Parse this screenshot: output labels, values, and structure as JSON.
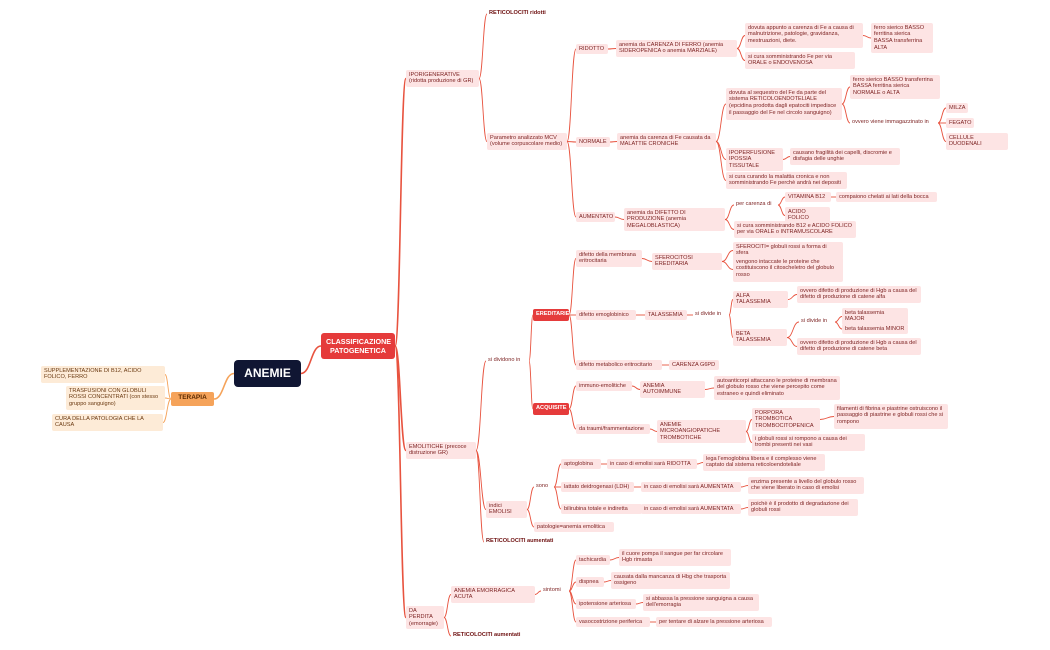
{
  "root": "ANEMIE",
  "nodes": [
    {
      "id": "center",
      "label": "CLASSIFICAZIONE PATOGENETICA",
      "style": "red-big"
    },
    {
      "id": "terapia",
      "label": "TERAPIA",
      "style": "orange"
    },
    {
      "id": "ter1",
      "label": "SUPPLEMENTAZIONE DI B12, ACIDO FOLICO, FERRO",
      "style": "peach"
    },
    {
      "id": "ter2",
      "label": "TRASFUSIONI CON GLOBULI ROSSI CONCENTRATI (con stesso gruppo sanguigno)",
      "style": "peach"
    },
    {
      "id": "ter3",
      "label": "CURA DELLA PATOLOGIA CHE LA CAUSA",
      "style": "peach"
    },
    {
      "id": "ipo",
      "label": "IPORIGENERATIVE (ridotta produzione di GR)",
      "style": "soft"
    },
    {
      "id": "retrid",
      "label": "RETICOLOCITI ridotti",
      "style": "bold"
    },
    {
      "id": "mcv",
      "label": "Parametro analizzato MCV (volume corpuscolare medio)",
      "style": "soft"
    },
    {
      "id": "ridotto",
      "label": "RIDOTTO",
      "style": "soft"
    },
    {
      "id": "carenzaFe",
      "label": "anemia da CARENZA DI FERRO (anemia SIDEROPENICA o anemia MARZIALE)",
      "style": "soft"
    },
    {
      "id": "dovuta1",
      "label": "dovuta appunto a carenza di Fe a causa di malnutrizione, patologie, gravidanza, mestruazioni, diete.",
      "style": "soft"
    },
    {
      "id": "ferroBasso1",
      "label": "ferro sierico BASSO ferritina sierica BASSA transferrina ALTA",
      "style": "soft"
    },
    {
      "id": "curaFe",
      "label": "si cura somministrando Fe per via ORALE o ENDOVENOSA",
      "style": "soft"
    },
    {
      "id": "normale",
      "label": "NORMALE",
      "style": "soft"
    },
    {
      "id": "cronica",
      "label": "anemia da carenza di Fe causata da MALATTIE CRONICHE",
      "style": "soft"
    },
    {
      "id": "sequestro",
      "label": "dovuta al sequestro del Fe da parte del sistema RETICOLOENDOTELIALE (epcidina prodotta dagli epatociti impedisce il passaggio del Fe nel circolo sanguigno)",
      "style": "soft"
    },
    {
      "id": "ferroBasso2",
      "label": "ferro sierico BASSO transferrina BASSA ferritina sierica NORMALE o ALTA",
      "style": "soft"
    },
    {
      "id": "immag",
      "label": "ovvero viene immagazzinato in",
      "style": "plain"
    },
    {
      "id": "milza",
      "label": "MILZA",
      "style": "soft"
    },
    {
      "id": "fegato",
      "label": "FEGATO",
      "style": "soft"
    },
    {
      "id": "duod",
      "label": "CELLULE DUODENALI",
      "style": "soft"
    },
    {
      "id": "ipoperf",
      "label": "IPOPERFUSIONE IPOSSIA TISSUTALE",
      "style": "soft"
    },
    {
      "id": "fragilita",
      "label": "causano fragilità dei capelli, discromie e disfagia delle unghie",
      "style": "soft"
    },
    {
      "id": "curaCron",
      "label": "si cura curando la malattia cronica e non somministrando Fe perchè andrà nei depositi",
      "style": "soft"
    },
    {
      "id": "aumentato",
      "label": "AUMENTATO",
      "style": "soft"
    },
    {
      "id": "difetto",
      "label": "anemia da DIFETTO DI PRODUZIONE (anemia MEGALOBLASTICA)",
      "style": "soft"
    },
    {
      "id": "percarenza",
      "label": "per carenza di",
      "style": "plain"
    },
    {
      "id": "vitB12",
      "label": "VITAMINA B12",
      "style": "soft"
    },
    {
      "id": "chelati",
      "label": "compaiono chelati ai lati della bocca",
      "style": "soft"
    },
    {
      "id": "acfol",
      "label": "ACIDO FOLICO",
      "style": "soft"
    },
    {
      "id": "curaB12",
      "label": "si cura somministrando B12 e ACIDO FOLICO per via ORALE o INTRAMUSCOLARE",
      "style": "soft"
    },
    {
      "id": "emol",
      "label": "EMOLITICHE (precoce distruzione GR)",
      "style": "soft"
    },
    {
      "id": "sidiv",
      "label": "si dividono in",
      "style": "plain"
    },
    {
      "id": "ered",
      "label": "EREDITARIE",
      "style": "red"
    },
    {
      "id": "difmemb",
      "label": "difetto della membrana eritrocitaria",
      "style": "soft"
    },
    {
      "id": "sferoc",
      "label": "SFEROCITOSI EREDITARIA",
      "style": "soft"
    },
    {
      "id": "sferocDef",
      "label": "SFEROCITI= globuli rossi a forma di sfera",
      "style": "soft"
    },
    {
      "id": "intaccate",
      "label": "vengono intaccate le proteine che costituiscono il citoscheletro del globulo rosso",
      "style": "soft"
    },
    {
      "id": "difemo",
      "label": "difetto emoglobinico",
      "style": "soft"
    },
    {
      "id": "talass",
      "label": "TALASSEMIA",
      "style": "soft"
    },
    {
      "id": "sidivIn",
      "label": "si divide in",
      "style": "plain"
    },
    {
      "id": "alfa",
      "label": "ALFA TALASSEMIA",
      "style": "soft"
    },
    {
      "id": "alfaDef",
      "label": "ovvero difetto di produzione di Hgb a causa del difetto di produzione di catene alfa",
      "style": "soft"
    },
    {
      "id": "beta",
      "label": "BETA TALASSEMIA",
      "style": "soft"
    },
    {
      "id": "sidivIn2",
      "label": "si divide in",
      "style": "plain"
    },
    {
      "id": "major",
      "label": "beta talassemia MAJOR",
      "style": "soft"
    },
    {
      "id": "minor",
      "label": "beta talassemia MINOR",
      "style": "soft"
    },
    {
      "id": "betaDef",
      "label": "ovvero difetto di produzione di Hgb a causa del difetto di produzione di catene beta",
      "style": "soft"
    },
    {
      "id": "difmet",
      "label": "difetto metabolico eritrocitario",
      "style": "soft"
    },
    {
      "id": "g6pd",
      "label": "CARENZA G6PD",
      "style": "soft"
    },
    {
      "id": "acq",
      "label": "ACQUISITE",
      "style": "red"
    },
    {
      "id": "immuno",
      "label": "immuno-emolitiche",
      "style": "soft"
    },
    {
      "id": "autoimm",
      "label": "ANEMIA AUTOIMMUNE",
      "style": "soft"
    },
    {
      "id": "autoDef",
      "label": "autoanticorpi attaccano le proteine di membrana del globulo rosso che viene percepito come estraneo e quindi eliminato",
      "style": "soft"
    },
    {
      "id": "traumi",
      "label": "da traumi/frammentazione",
      "style": "soft"
    },
    {
      "id": "microang",
      "label": "ANEMIE MICROANGIOPATICHE TROMBOTICHE",
      "style": "soft"
    },
    {
      "id": "porpora",
      "label": "PORPORA TROMBOTICA TROMBOCITOPENICA",
      "style": "soft"
    },
    {
      "id": "filamenti",
      "label": "filamenti di fibrina e piastrine ostruiscono il passaggio di piastrine e globuli rossi che si rompono",
      "style": "soft"
    },
    {
      "id": "rompono",
      "label": "i globuli rossi si rompono a causa dei trombi presenti nei vasi",
      "style": "soft"
    },
    {
      "id": "indici",
      "label": "indici EMOLISI",
      "style": "soft"
    },
    {
      "id": "sono",
      "label": "sono",
      "style": "plain"
    },
    {
      "id": "aptoglob",
      "label": "aptoglobina",
      "style": "soft"
    },
    {
      "id": "aptoRid",
      "label": "in caso di emolisi sarà RIDOTTA",
      "style": "soft"
    },
    {
      "id": "aptoDef",
      "label": "lega l'emoglobina libera e il complesso viene captato dal sistema reticoloendoteliale",
      "style": "soft"
    },
    {
      "id": "ldh",
      "label": "lattato deidrogenasi (LDH)",
      "style": "soft"
    },
    {
      "id": "ldhAum",
      "label": "in caso di emolisi sarà AUMENTATA",
      "style": "soft"
    },
    {
      "id": "ldhDef",
      "label": "enzima presente a livello del globulo rosso che viene liberato in caso di emolisi",
      "style": "soft"
    },
    {
      "id": "bilir",
      "label": "bilirubina totale e indiretta",
      "style": "soft"
    },
    {
      "id": "bilirAum",
      "label": "in caso di emolisi sarà AUMENTATA",
      "style": "soft"
    },
    {
      "id": "bilirDef",
      "label": "poichè è il prodotto di degradazione dei globuli rossi",
      "style": "soft"
    },
    {
      "id": "patol",
      "label": "patologie=anemia emolitica",
      "style": "soft"
    },
    {
      "id": "retaum1",
      "label": "RETICOLOCITI aumentati",
      "style": "bold"
    },
    {
      "id": "perdita",
      "label": "DA PERDITA (emorragie)",
      "style": "soft"
    },
    {
      "id": "emorr",
      "label": "ANEMIA EMORRAGICA ACUTA",
      "style": "soft"
    },
    {
      "id": "sintomi",
      "label": "sintomi",
      "style": "plain"
    },
    {
      "id": "tachi",
      "label": "tachicardia",
      "style": "soft"
    },
    {
      "id": "tachiDef",
      "label": "il cuore pompa il sangue per far circolare Hgb rimasta",
      "style": "soft"
    },
    {
      "id": "dispnea",
      "label": "dispnea",
      "style": "soft"
    },
    {
      "id": "dispDef",
      "label": "causata dalla mancanza di Hbg che trasporta ossigeno",
      "style": "soft"
    },
    {
      "id": "ipot",
      "label": "ipotensione arteriosa",
      "style": "soft"
    },
    {
      "id": "ipotDef",
      "label": "si abbassa la pressione sanguigna a causa dell'emorragia",
      "style": "soft"
    },
    {
      "id": "vaso",
      "label": "vasocostrizione periferica",
      "style": "soft"
    },
    {
      "id": "vasoDef",
      "label": "per tentare di alzare la pressione arteriosa",
      "style": "soft"
    },
    {
      "id": "retaum2",
      "label": "RETICOLOCITI aumentati",
      "style": "bold"
    }
  ],
  "edges": [
    [
      "root",
      "center"
    ],
    [
      "root",
      "terapia"
    ],
    [
      "terapia",
      "ter1"
    ],
    [
      "terapia",
      "ter2"
    ],
    [
      "terapia",
      "ter3"
    ],
    [
      "center",
      "ipo"
    ],
    [
      "center",
      "emol"
    ],
    [
      "center",
      "perdita"
    ],
    [
      "ipo",
      "retrid"
    ],
    [
      "ipo",
      "mcv"
    ],
    [
      "mcv",
      "ridotto"
    ],
    [
      "mcv",
      "normale"
    ],
    [
      "mcv",
      "aumentato"
    ],
    [
      "ridotto",
      "carenzaFe"
    ],
    [
      "carenzaFe",
      "dovuta1"
    ],
    [
      "carenzaFe",
      "curaFe"
    ],
    [
      "dovuta1",
      "ferroBasso1"
    ],
    [
      "normale",
      "cronica"
    ],
    [
      "cronica",
      "sequestro"
    ],
    [
      "cronica",
      "ipoperf"
    ],
    [
      "cronica",
      "curaCron"
    ],
    [
      "sequestro",
      "ferroBasso2"
    ],
    [
      "sequestro",
      "immag"
    ],
    [
      "immag",
      "milza"
    ],
    [
      "immag",
      "fegato"
    ],
    [
      "immag",
      "duod"
    ],
    [
      "ipoperf",
      "fragilita"
    ],
    [
      "aumentato",
      "difetto"
    ],
    [
      "difetto",
      "percarenza"
    ],
    [
      "difetto",
      "curaB12"
    ],
    [
      "percarenza",
      "vitB12"
    ],
    [
      "percarenza",
      "acfol"
    ],
    [
      "vitB12",
      "chelati"
    ],
    [
      "emol",
      "sidiv"
    ],
    [
      "emol",
      "indici"
    ],
    [
      "emol",
      "retaum1"
    ],
    [
      "sidiv",
      "ered"
    ],
    [
      "sidiv",
      "acq"
    ],
    [
      "ered",
      "difmemb"
    ],
    [
      "ered",
      "difemo"
    ],
    [
      "ered",
      "difmet"
    ],
    [
      "difmemb",
      "sferoc"
    ],
    [
      "sferoc",
      "sferocDef"
    ],
    [
      "sferoc",
      "intaccate"
    ],
    [
      "difemo",
      "talass"
    ],
    [
      "talass",
      "sidivIn"
    ],
    [
      "sidivIn",
      "alfa"
    ],
    [
      "sidivIn",
      "beta"
    ],
    [
      "alfa",
      "alfaDef"
    ],
    [
      "beta",
      "sidivIn2"
    ],
    [
      "beta",
      "betaDef"
    ],
    [
      "sidivIn2",
      "major"
    ],
    [
      "sidivIn2",
      "minor"
    ],
    [
      "difmet",
      "g6pd"
    ],
    [
      "acq",
      "immuno"
    ],
    [
      "acq",
      "traumi"
    ],
    [
      "immuno",
      "autoimm"
    ],
    [
      "autoimm",
      "autoDef"
    ],
    [
      "traumi",
      "microang"
    ],
    [
      "microang",
      "porpora"
    ],
    [
      "microang",
      "rompono"
    ],
    [
      "porpora",
      "filamenti"
    ],
    [
      "indici",
      "sono"
    ],
    [
      "indici",
      "patol"
    ],
    [
      "sono",
      "aptoglob"
    ],
    [
      "sono",
      "ldh"
    ],
    [
      "sono",
      "bilir"
    ],
    [
      "aptoglob",
      "aptoRid"
    ],
    [
      "aptoRid",
      "aptoDef"
    ],
    [
      "ldh",
      "ldhAum"
    ],
    [
      "ldhAum",
      "ldhDef"
    ],
    [
      "bilir",
      "bilirAum"
    ],
    [
      "bilirAum",
      "bilirDef"
    ],
    [
      "perdita",
      "emorr"
    ],
    [
      "perdita",
      "retaum2"
    ],
    [
      "emorr",
      "sintomi"
    ],
    [
      "sintomi",
      "tachi"
    ],
    [
      "sintomi",
      "dispnea"
    ],
    [
      "sintomi",
      "ipot"
    ],
    [
      "sintomi",
      "vaso"
    ],
    [
      "tachi",
      "tachiDef"
    ],
    [
      "dispnea",
      "dispDef"
    ],
    [
      "ipot",
      "ipotDef"
    ],
    [
      "vaso",
      "vasoDef"
    ]
  ],
  "colors": {
    "edge": "#e8533f",
    "edgeTerapia": "#f5a35a",
    "root": "#101633",
    "accent": "#e53b3b",
    "soft": "#fde4e4"
  }
}
